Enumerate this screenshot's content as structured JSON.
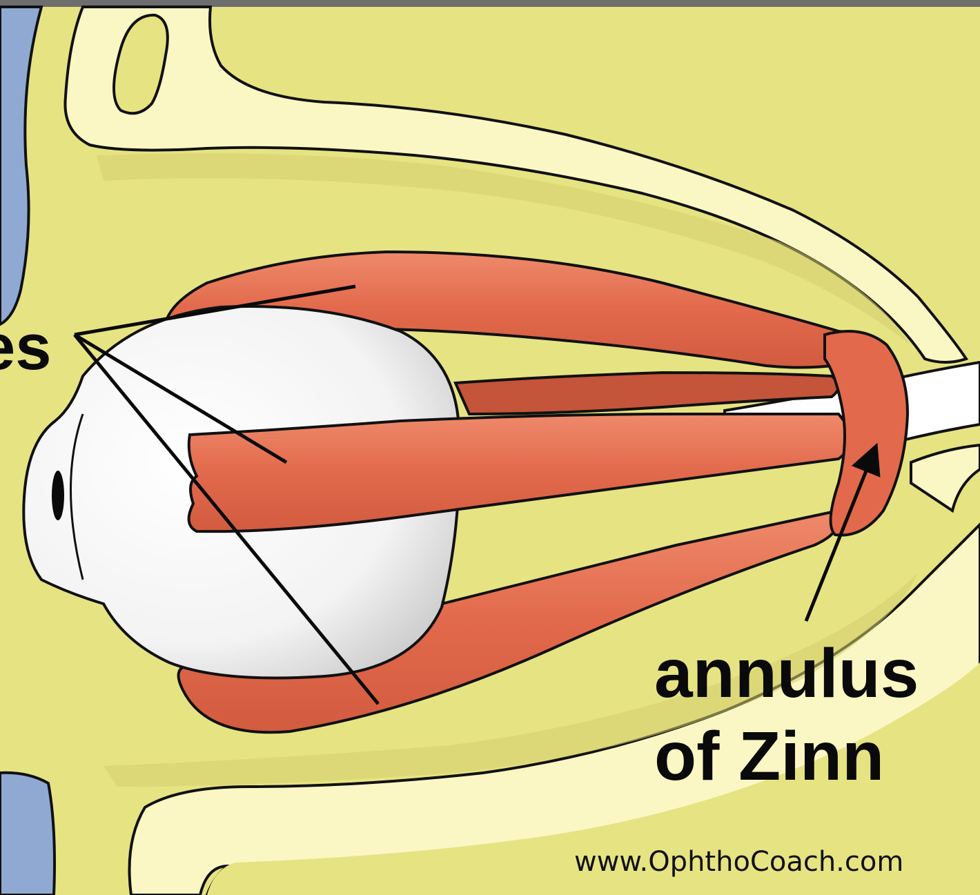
{
  "labels": {
    "cropped_left_fragment": "es",
    "annulus_line1": "annulus",
    "annulus_line2": "of Zinn"
  },
  "credit": {
    "url": "www.OphthoCoach.com"
  },
  "colors": {
    "background_tissue": "#e6e383",
    "bone": "#fbf7c4",
    "muscle": "#e2694b",
    "muscle_dark": "#c4543a",
    "globe": "#ffffff",
    "sinus": "#8fa9d2",
    "outline": "#111111"
  }
}
